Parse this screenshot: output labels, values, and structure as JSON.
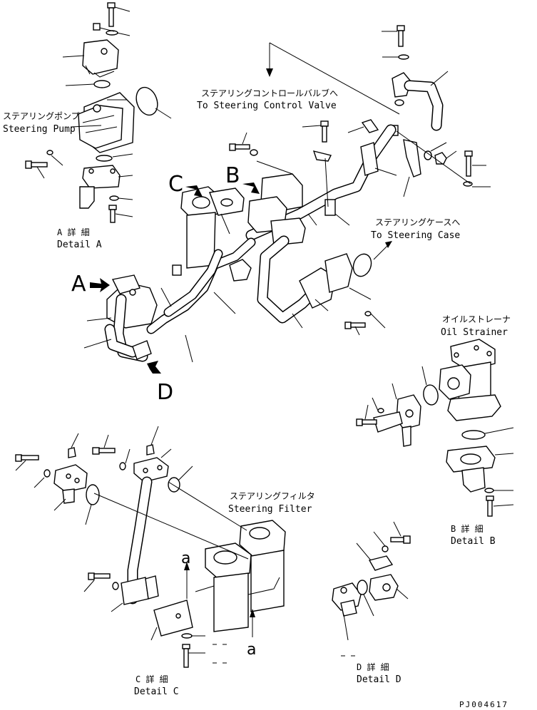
{
  "labels": {
    "steering_pump_jp": "ステアリングポンプ",
    "steering_pump_en": "Steering Pump",
    "control_valve_jp": "ステアリングコントロールバルブへ",
    "control_valve_en": "To Steering Control Valve",
    "steering_case_jp": "ステアリングケースへ",
    "steering_case_en": "To Steering Case",
    "oil_strainer_jp": "オイルストレーナ",
    "oil_strainer_en": "Oil Strainer",
    "steering_filter_jp": "ステアリングフィルタ",
    "steering_filter_en": "Steering Filter",
    "detail_a_jp": "A 詳 細",
    "detail_a_en": "Detail A",
    "detail_b_jp": "B 詳 細",
    "detail_b_en": "Detail B",
    "detail_c_jp": "C 詳 細",
    "detail_c_en": "Detail C",
    "detail_d_jp": "D 詳 細",
    "detail_d_en": "Detail D"
  },
  "view_markers": {
    "a": "A",
    "b": "B",
    "c": "C",
    "d": "D",
    "section_a_top": "a",
    "section_a_bottom": "a"
  },
  "drawing_code": "PJ004617"
}
